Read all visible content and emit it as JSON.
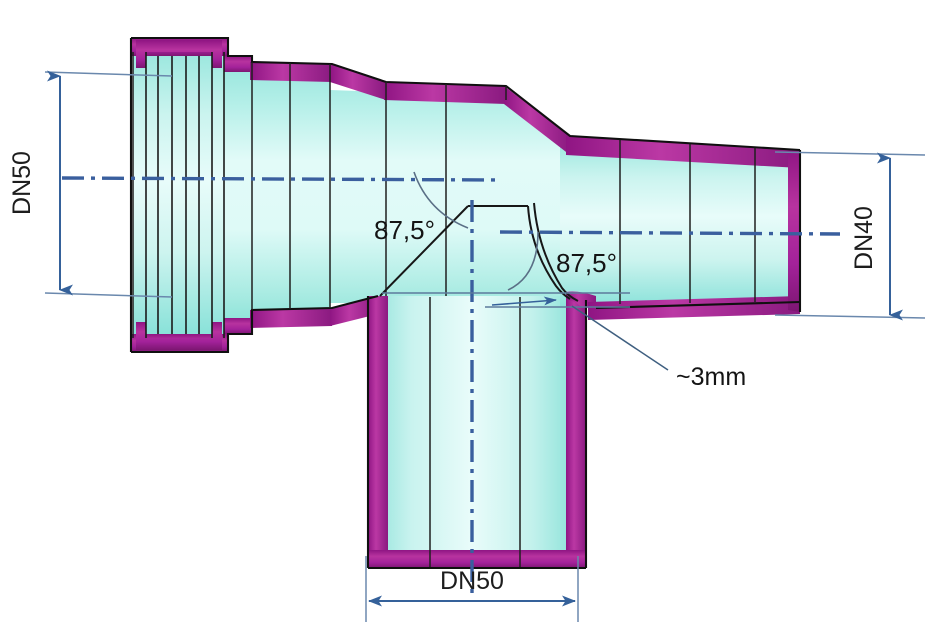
{
  "drawing": {
    "title": "Pipe tee reducer technical drawing",
    "background_color": "#ffffff",
    "body_fill_light": "#e6fbfa",
    "body_fill_mid": "#9fe8e0",
    "body_fill_dark": "#6fd9cf",
    "edge_color": "#a5219a",
    "edge_color_light": "#c455b5",
    "edge_color_dark": "#7d1672",
    "outline_color": "#101010",
    "dimension_color": "#4472a8",
    "centerline_color": "#3a5f9e",
    "leader_color": "#3f5f80"
  },
  "dimensions": {
    "left": {
      "label": "DN50",
      "orientation": "vertical"
    },
    "right": {
      "label": "DN40",
      "orientation": "vertical"
    },
    "bottom": {
      "label": "DN50",
      "orientation": "horizontal"
    }
  },
  "angles": {
    "upper_left": {
      "label": "87,5°"
    },
    "lower_right": {
      "label": "87,5°"
    }
  },
  "callouts": {
    "wall": {
      "label": "~3mm"
    }
  }
}
